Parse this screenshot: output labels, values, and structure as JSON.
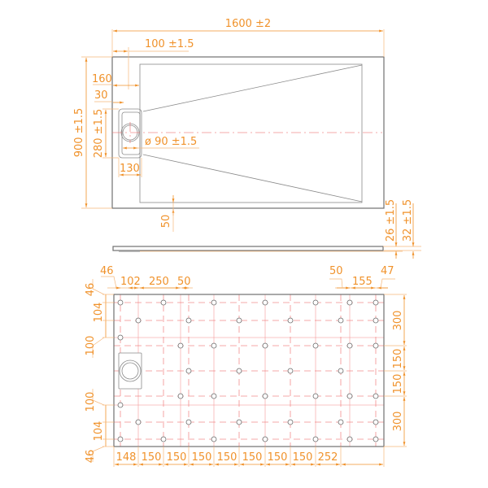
{
  "drawing": {
    "colors": {
      "dimension": "#f0922b",
      "outline": "#707070",
      "centerline": "#f07070"
    },
    "top_view": {
      "overall_length": "1600 ±2",
      "border_width": "100 ±1.5",
      "overall_width": "900 ±1.5",
      "drain_offset": "160",
      "drain_inset": "30",
      "drain_housing_height": "280 ±1.5",
      "drain_diameter": "ø 90 ±1.5",
      "drain_housing_width": "130",
      "bottom_border": "50"
    },
    "side_view": {
      "thickness_inner": "26 ±1.5",
      "thickness_total": "32 ±1.5"
    },
    "bottom_view": {
      "top_dims": [
        "46",
        "102",
        "250",
        "50"
      ],
      "top_right_dims": [
        "50",
        "155",
        "47"
      ],
      "left_dims": [
        "46",
        "104",
        "100",
        "100",
        "104",
        "46"
      ],
      "right_dims": [
        "300",
        "150",
        "150",
        "300"
      ],
      "bottom_dims": [
        "148",
        "150",
        "150",
        "150",
        "150",
        "150",
        "150",
        "150",
        "252"
      ]
    }
  }
}
